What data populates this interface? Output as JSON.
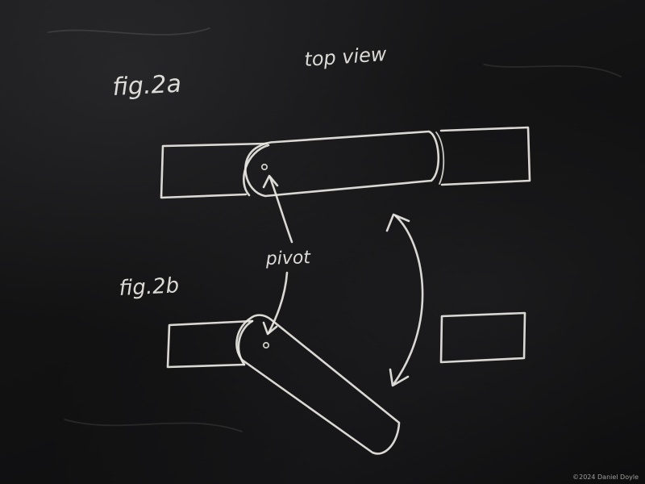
{
  "labels": {
    "fig_a": "fig.2a",
    "fig_b": "fig.2b",
    "view": "top view",
    "pivot": "pivot"
  },
  "credit": "©2024 Daniel Doyle",
  "colors": {
    "board": "#121213",
    "chalk": "#e9e7e2"
  }
}
